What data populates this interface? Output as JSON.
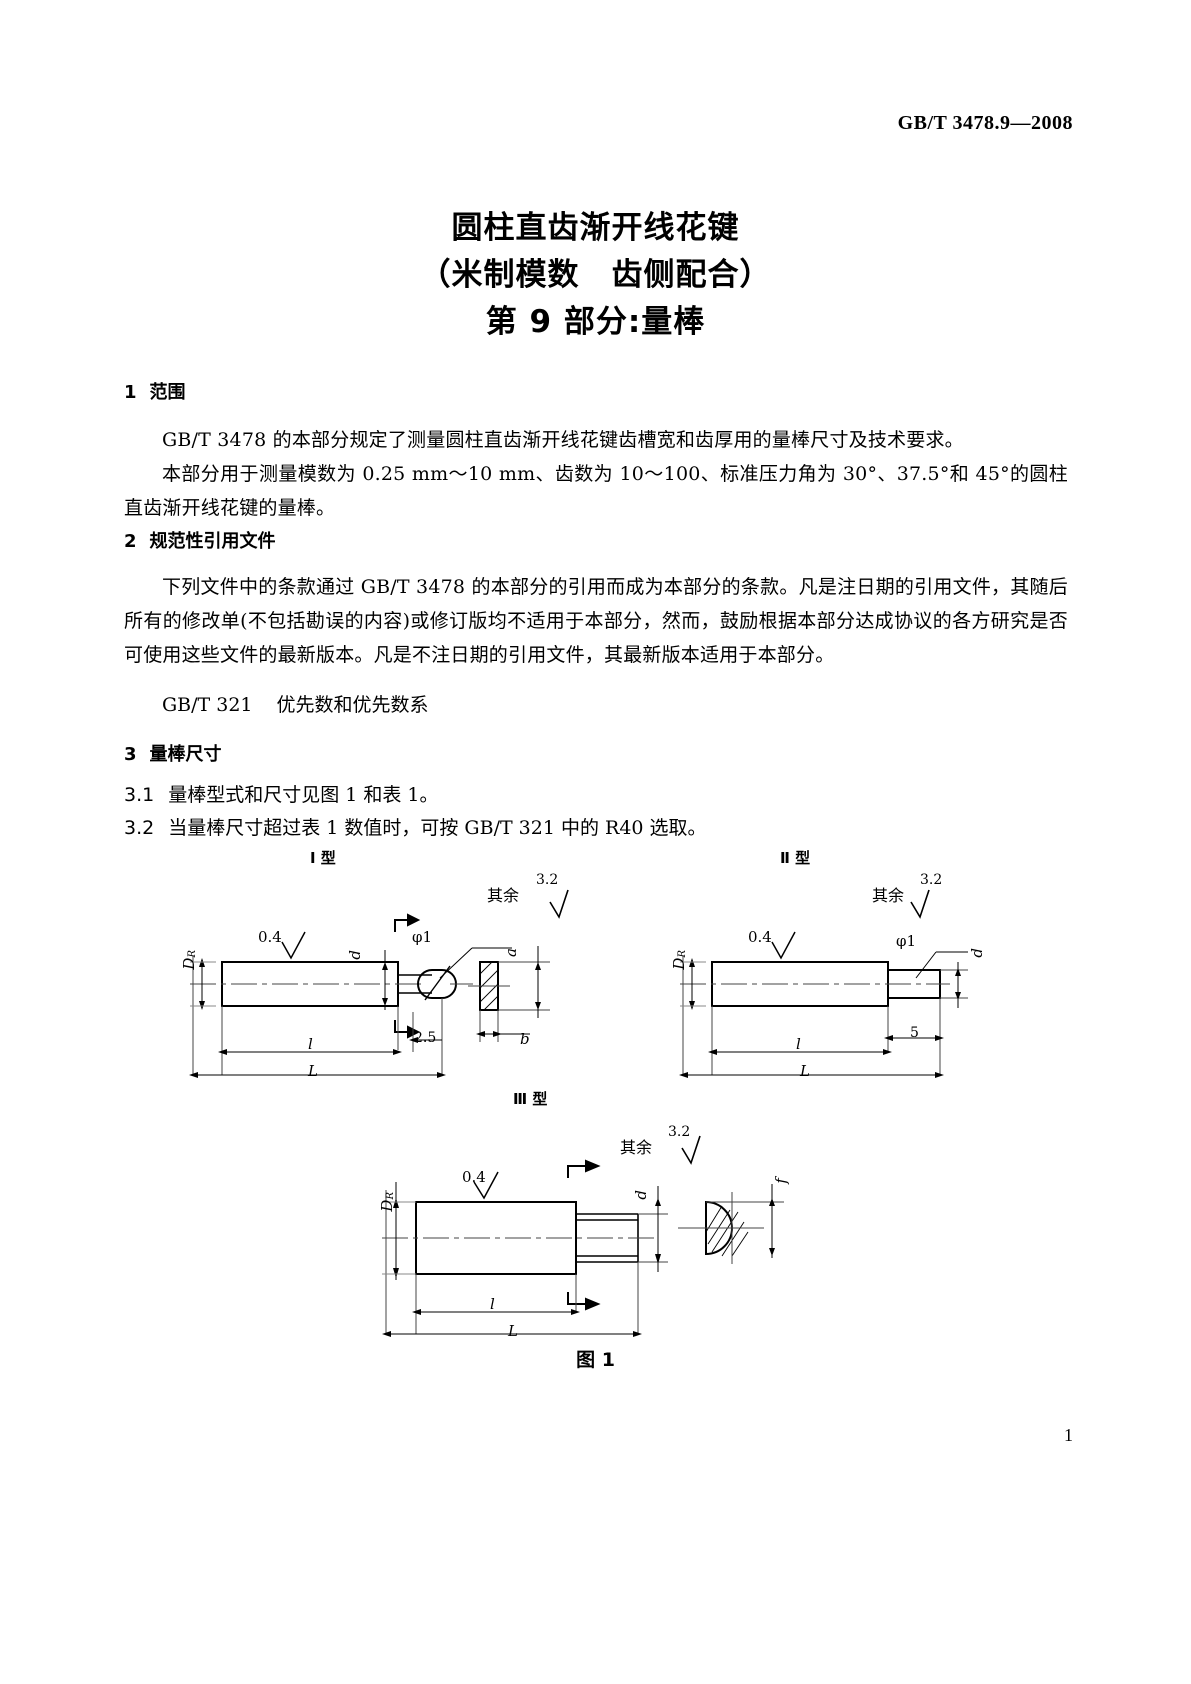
{
  "header": {
    "standard_no": "GB/T 3478.9—2008"
  },
  "title": {
    "line1": "圆柱直齿渐开线花键",
    "line2": "（米制模数　齿侧配合）",
    "line3": "第 9 部分:量棒"
  },
  "clauses": [
    {
      "num": "1",
      "heading": "范围"
    },
    {
      "num": "2",
      "heading": "规范性引用文件"
    },
    {
      "num": "3",
      "heading": "量棒尺寸"
    }
  ],
  "scope": {
    "para1": "GB/T 3478 的本部分规定了测量圆柱直齿渐开线花键齿槽宽和齿厚用的量棒尺寸及技术要求。",
    "para2": "本部分用于测量模数为 0.25 mm～10 mm、齿数为 10～100、标准压力角为 30°、37.5°和 45°的圆柱直齿渐开线花键的量棒。"
  },
  "normative": {
    "para": "下列文件中的条款通过 GB/T 3478 的本部分的引用而成为本部分的条款。凡是注日期的引用文件，其随后所有的修改单(不包括勘误的内容)或修订版均不适用于本部分，然而，鼓励根据本部分达成协议的各方研究是否可使用这些文件的最新版本。凡是不注日期的引用文件，其最新版本适用于本部分。",
    "reference_code": "GB/T 321",
    "reference_title": "优先数和优先数系"
  },
  "dimensions": {
    "c31_num": "3.1",
    "c31_text": "量棒型式和尺寸见图 1 和表 1。",
    "c32_num": "3.2",
    "c32_text": "当量棒尺寸超过表 1 数值时，可按 GB/T 321 中的 R40 选取。"
  },
  "figure": {
    "caption": "图 1",
    "type1_label": "Ⅰ 型",
    "type2_label": "Ⅱ 型",
    "type3_label": "Ⅲ 型",
    "remainder_label": "其余",
    "remainder_value": "3.2",
    "surface_finish": "0.4",
    "dim_DR": "D",
    "dim_DR_sub": "R",
    "dim_d": "d",
    "dim_l": "l",
    "dim_L": "L",
    "dim_b": "b",
    "dim_a": "a",
    "dim_f": "f",
    "dim_phi1": "φ1",
    "dim_25": "2.5",
    "dim_5": "5"
  },
  "page_number": "1",
  "colors": {
    "ink": "#000000",
    "paper": "#ffffff",
    "thin_line": "#333333"
  }
}
